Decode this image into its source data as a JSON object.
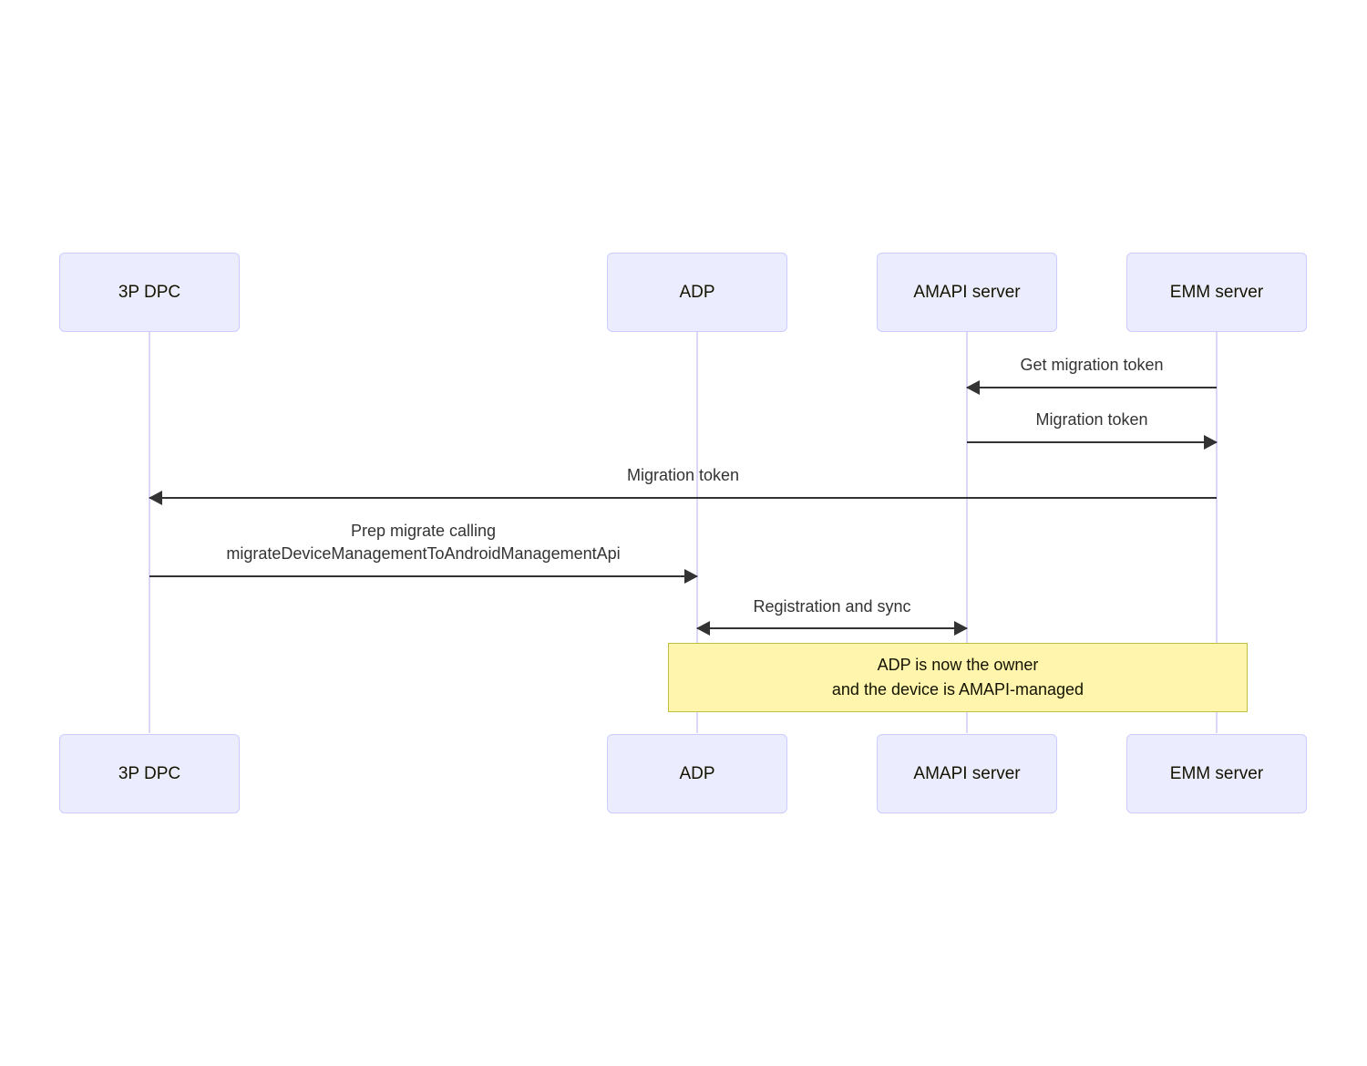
{
  "diagram": {
    "type": "sequence-diagram",
    "title": "",
    "background": "#ffffff",
    "colors": {
      "actor_fill": "#ECECFF",
      "actor_border": "#CCCCFF",
      "lifeline": "#DCD6F7",
      "arrow": "#333333",
      "note_fill": "#FFF5AD",
      "note_border": "#BFBF3F",
      "text": "#131300"
    }
  },
  "participants": [
    {
      "id": "dpc",
      "label": "3P DPC"
    },
    {
      "id": "adp",
      "label": "ADP"
    },
    {
      "id": "amapi",
      "label": "AMAPI server"
    },
    {
      "id": "emm",
      "label": "EMM server"
    }
  ],
  "participants_bottom": [
    {
      "id": "dpc",
      "label": "3P DPC"
    },
    {
      "id": "adp",
      "label": "ADP"
    },
    {
      "id": "amapi",
      "label": "AMAPI server"
    },
    {
      "id": "emm",
      "label": "EMM server"
    }
  ],
  "messages": [
    {
      "id": "m1",
      "label": "Get migration token",
      "from": "emm",
      "to": "amapi",
      "direction": "left",
      "arrow": "solid"
    },
    {
      "id": "m2",
      "label": "Migration token",
      "from": "amapi",
      "to": "emm",
      "direction": "right",
      "arrow": "solid"
    },
    {
      "id": "m3",
      "label": "Migration token",
      "from": "emm",
      "to": "dpc",
      "direction": "left",
      "arrow": "solid"
    },
    {
      "id": "m4",
      "label": "Prep migrate calling\nmigrateDeviceManagementToAndroidManagementApi",
      "from": "dpc",
      "to": "adp",
      "direction": "right",
      "arrow": "solid"
    },
    {
      "id": "m5",
      "label": "Registration and sync",
      "from": "adp",
      "to": "amapi",
      "direction": "both",
      "arrow": "solid"
    }
  ],
  "notes": [
    {
      "id": "n1",
      "text": "ADP is now the owner\nand the device is AMAPI-managed"
    }
  ]
}
